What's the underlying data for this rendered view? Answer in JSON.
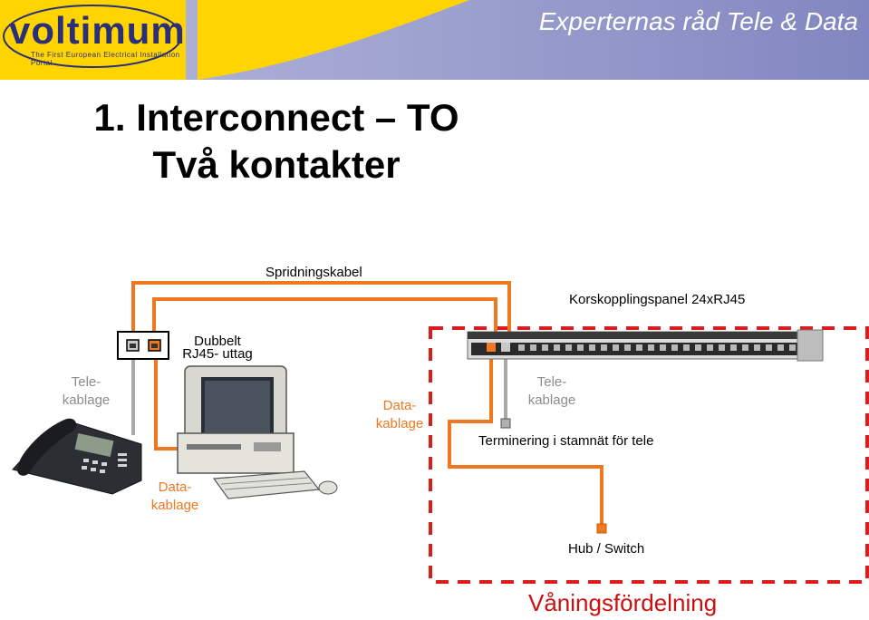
{
  "banner": {
    "logo_text": "voltimum",
    "logo_tagline": "The First European Electrical Installation Portal",
    "header_title": "Experternas råd Tele & Data"
  },
  "slide_title": {
    "line1": "1. Interconnect – TO",
    "line2": "Två kontakter"
  },
  "labels": {
    "distribution_cable": "Spridningskabel",
    "patch_panel": "Korskopplingspanel 24xRJ45",
    "dual_outlet_line1": "Dubbelt",
    "dual_outlet_line2": "RJ45- uttag",
    "tele_cabling_left_1": "Tele-",
    "tele_cabling_left_2": "kablage",
    "data_cabling_mid_1": "Data-",
    "data_cabling_mid_2": "kablage",
    "tele_cabling_right_1": "Tele-",
    "tele_cabling_right_2": "kablage",
    "termination": "Terminering i stamnät för tele",
    "data_cabling_bottom_1": "Data-",
    "data_cabling_bottom_2": "kablage",
    "hub_switch": "Hub / Switch",
    "floor_distributor": "Våningsfördelning"
  },
  "colors": {
    "orange_cable": "#f07820",
    "gray_cable": "#a8a8a8",
    "dashed_border": "#dd1c1c",
    "banner_purple": "#8286c0",
    "logo_yellow": "#ffd400"
  },
  "icons": [
    "phone-icon",
    "computer-icon",
    "keyboard-icon",
    "wall-outlet-icon",
    "patch-panel-icon"
  ]
}
